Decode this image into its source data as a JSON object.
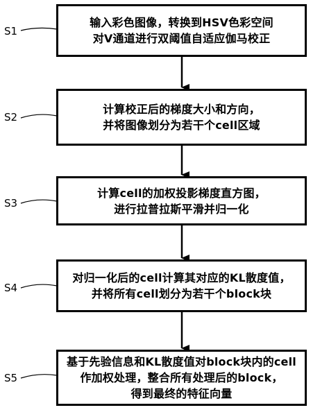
{
  "steps": [
    {
      "label": "S1",
      "lines": [
        "输入彩色图像，转换到HSV色彩空间",
        "对V通道进行双阈值自适应伽马校正"
      ]
    },
    {
      "label": "S2",
      "lines": [
        "计算校正后的梯度大小和方向，",
        "并将图像划分为若干个cell区域"
      ]
    },
    {
      "label": "S3",
      "lines": [
        "计算cell的加权投影梯度直方图，",
        "进行拉普拉斯平滑并归一化"
      ]
    },
    {
      "label": "S4",
      "lines": [
        "对归一化后的cell计算其对应的KL散度值，",
        "并将所有cell划分为若干个block块"
      ]
    },
    {
      "label": "S5",
      "lines": [
        "基于先验信息和KL散度值对block块内的cell",
        "作加权处理，整合所有处理后的block，",
        "得到最终的特征向量"
      ]
    }
  ]
}
